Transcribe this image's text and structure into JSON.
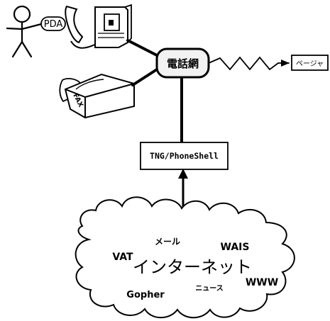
{
  "nodes": {
    "pda": "PDA",
    "fax": "FAX",
    "phone_network": "電話網",
    "pager": "ページャ",
    "gateway": "TNG/PhoneShell",
    "internet": "インターネット"
  },
  "internet_services": {
    "mail": "メール",
    "vat": "VAT",
    "wais": "WAIS",
    "www": "WWW",
    "gopher": "Gopher",
    "news": "ニュース"
  },
  "colors": {
    "ink": "#000000",
    "paper": "#ffffff",
    "phone_network_fill": "#f2f2f2"
  }
}
